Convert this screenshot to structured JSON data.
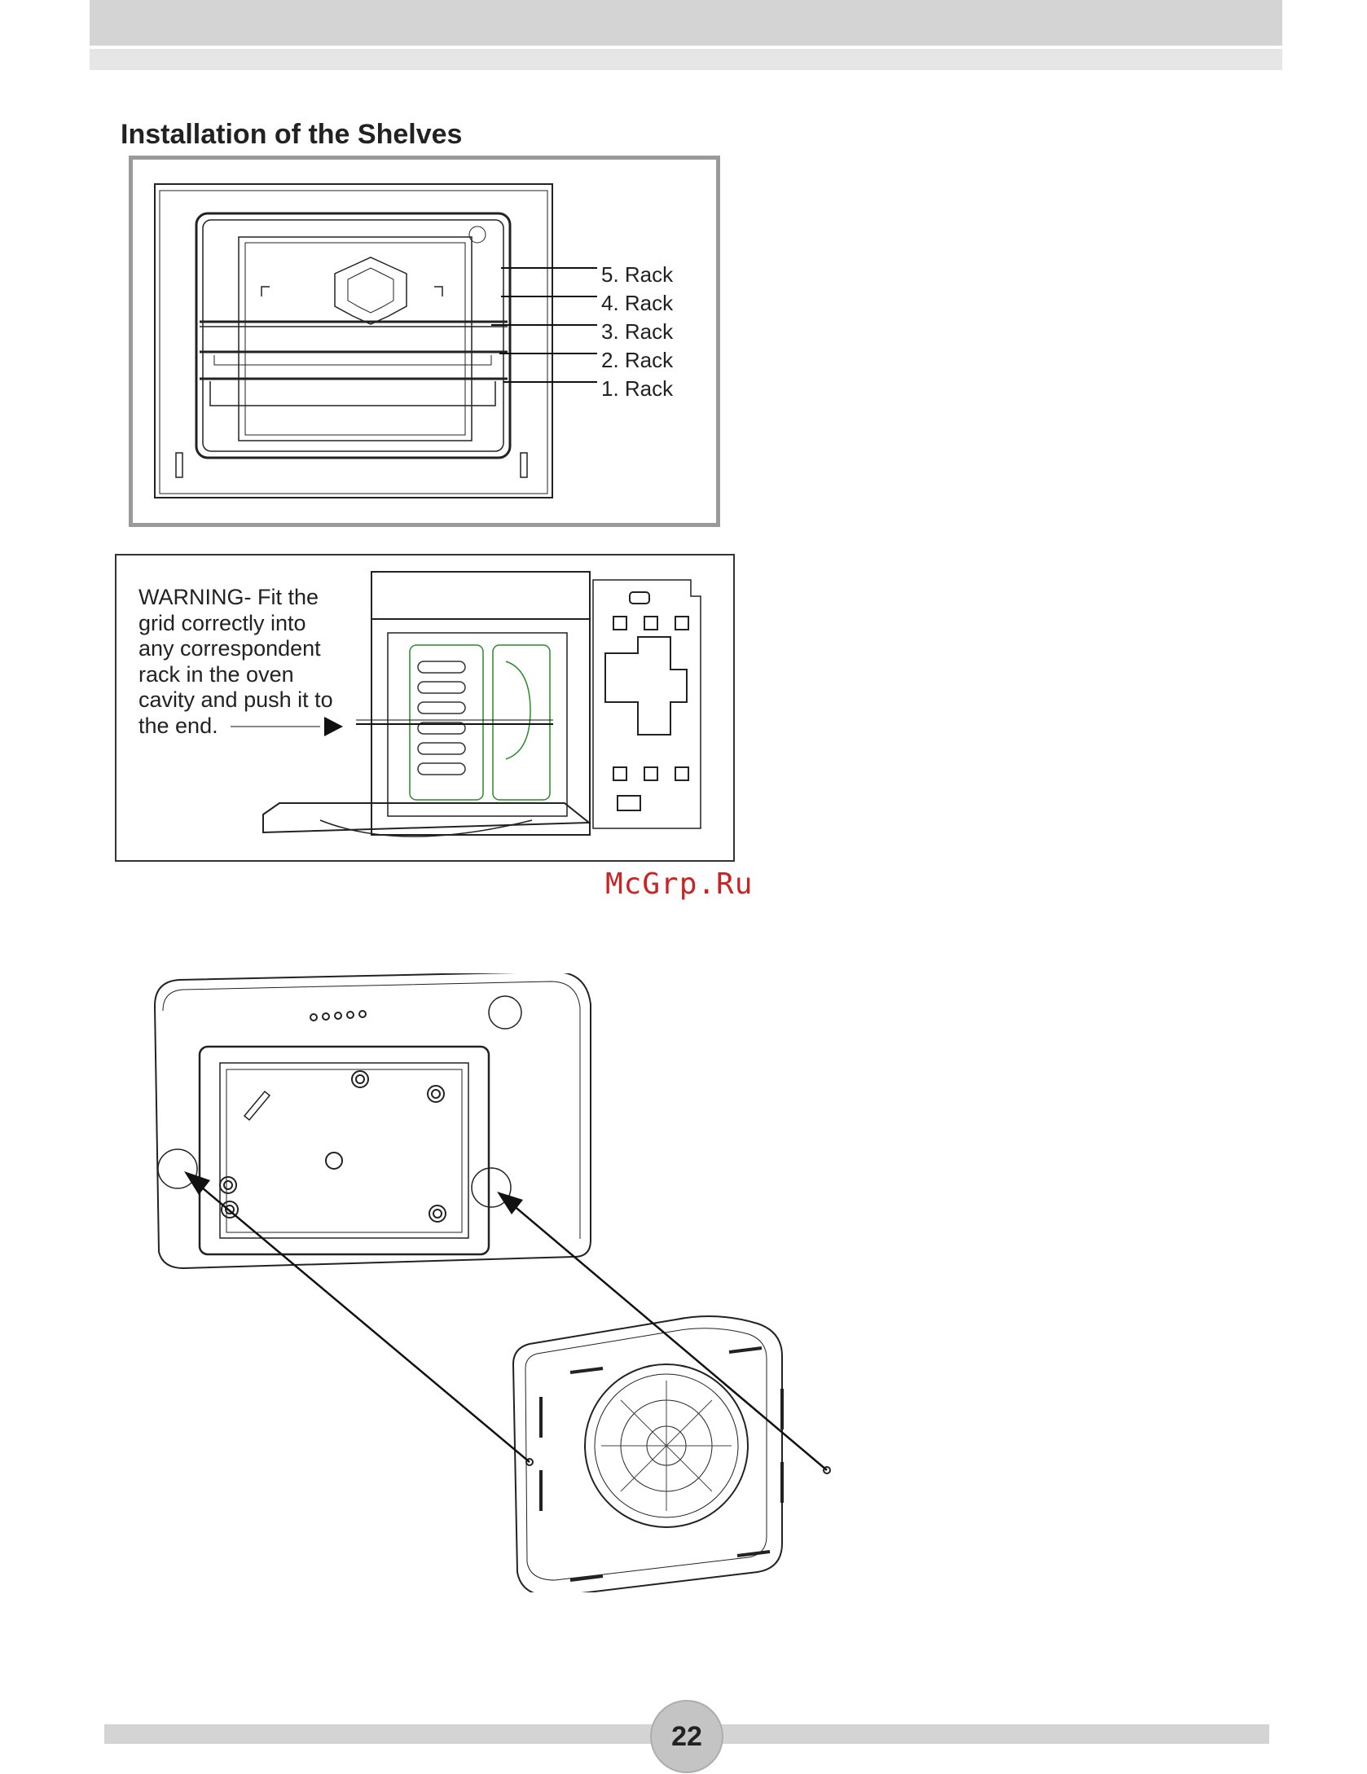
{
  "title": "Installation of the Shelves",
  "racks": [
    "5. Rack",
    "4. Rack",
    "3. Rack",
    "2. Rack",
    "1. Rack"
  ],
  "warning_lines": [
    "WARNING- Fit the",
    "grid correctly into",
    "any correspondent",
    "rack in the oven",
    "cavity and push it to",
    "the end."
  ],
  "watermark": "McGrp.Ru",
  "page_number": "22"
}
